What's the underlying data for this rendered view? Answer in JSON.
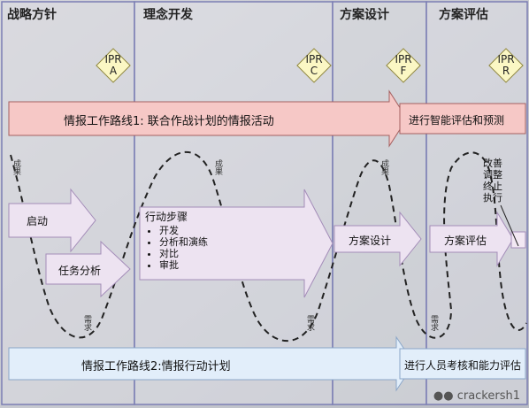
{
  "phases": [
    {
      "title": "战略方针"
    },
    {
      "title": "理念开发"
    },
    {
      "title": "方案设计"
    },
    {
      "title": "方案评估"
    }
  ],
  "ipr_markers": [
    {
      "line1": "IPR",
      "line2": "A"
    },
    {
      "line1": "IPR",
      "line2": "C"
    },
    {
      "line1": "IPR",
      "line2": "F"
    },
    {
      "line1": "IPR",
      "line2": "R"
    }
  ],
  "line1": {
    "label": "情报工作路线1: 联合作战计划的情报活动",
    "end_label": "进行智能评估和预测"
  },
  "line2": {
    "label": "情报工作路线2:情报行动计划",
    "end_label": "进行人员考核和能力评估"
  },
  "arrows": {
    "start": "启动",
    "task": "任务分析",
    "action": "行动步骤",
    "action_items": [
      "开发",
      "分析和演练",
      "对比",
      "审批"
    ],
    "design": "方案设计",
    "eval": "方案评估"
  },
  "eval_actions": [
    "改善",
    "调整",
    "终止",
    "执行"
  ],
  "wave_labels": {
    "result": "成果",
    "demand": "需求"
  },
  "watermark": "crackersh1"
}
